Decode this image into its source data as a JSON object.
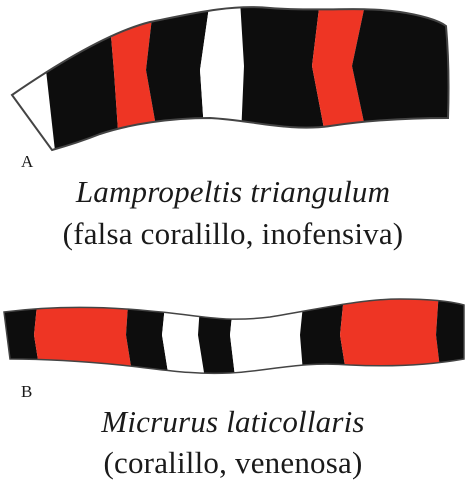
{
  "colors": {
    "red": "#ee3524",
    "black": "#0d0d0d",
    "white": "#ffffff",
    "outline": "#444444"
  },
  "panel_a": {
    "letter": "A",
    "species": "Lampropeltis triangulum",
    "description": "(falsa coralillo, inofensiva)",
    "band_sequence": [
      "white",
      "black",
      "red",
      "black",
      "white",
      "black",
      "red",
      "black"
    ]
  },
  "panel_b": {
    "letter": "B",
    "species": "Micrurus laticollaris",
    "description": "(coralillo, venenosa)",
    "band_sequence": [
      "black",
      "red",
      "black",
      "white",
      "black",
      "white",
      "black",
      "red",
      "black"
    ]
  }
}
